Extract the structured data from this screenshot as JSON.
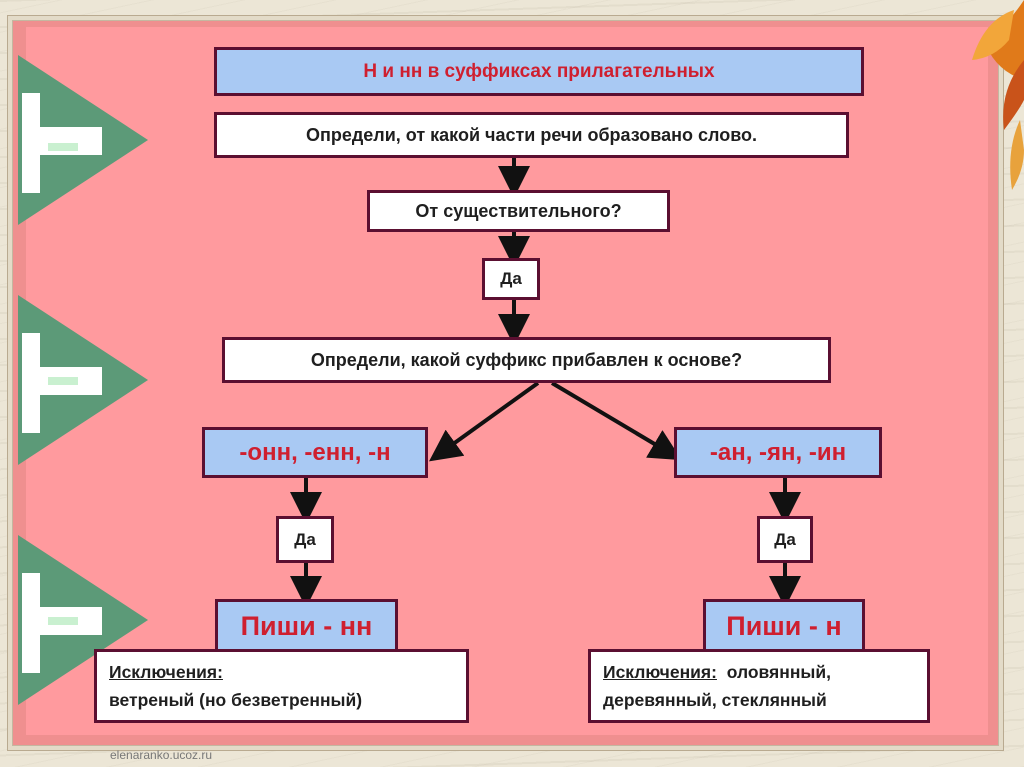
{
  "diagram": {
    "title": "Н и нн в суффиксах прилагательных",
    "step1": "Определи, от какой части речи образовано слово.",
    "question": "От существительного?",
    "yes_center": "Да",
    "step2": "Определи, какой суффикс прибавлен к основе?",
    "left": {
      "suffix": "-онн, -енн, -н",
      "yes": "Да",
      "write": "Пиши - нн",
      "exceptions_label": "Исключения:",
      "exceptions_line2": "ветреный (но безветренный)"
    },
    "right": {
      "suffix": "-ан, -ян, -ин",
      "yes": "Да",
      "write": "Пиши - н",
      "exceptions_label": "Исключения:",
      "exceptions_words1": "оловянный,",
      "exceptions_line2": "деревянный, стеклянный"
    }
  },
  "footer": {
    "source": "elenaranko.ucoz.ru"
  },
  "colors": {
    "background": "#ff9a9e",
    "title_box": "#a9c9f3",
    "text_red": "#cf1f2f",
    "border": "#5b0f31",
    "decor_green": "#5c9a78"
  },
  "icons": [
    "arrow-down-icon",
    "arrow-diagonal-icon",
    "leaf-decoration"
  ]
}
